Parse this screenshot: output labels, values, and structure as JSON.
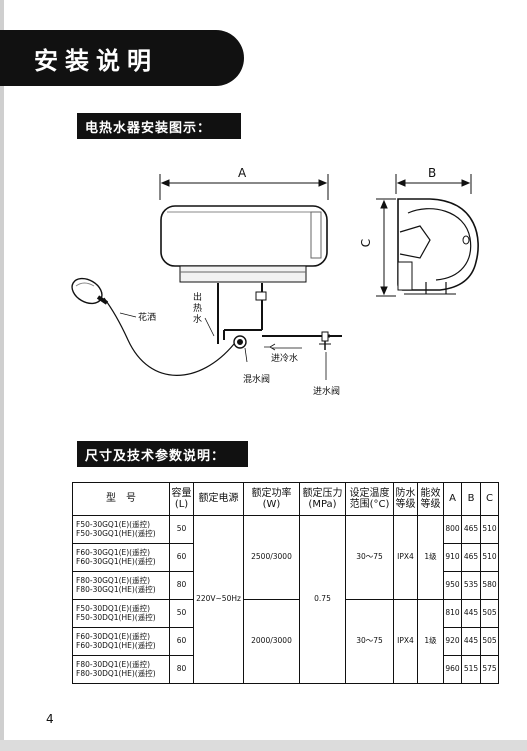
{
  "page_title": "安装说明",
  "section_install": {
    "title": "电热水器安装图示：",
    "labels": {
      "dim_a": "A",
      "dim_b": "B",
      "dim_c": "C",
      "shower": "花洒",
      "hot_water_out": "出热水",
      "cold_water_in": "进冷水",
      "mixing_valve": "混水阀",
      "inlet_valve": "进水阀"
    }
  },
  "section_spec": {
    "title": "尺寸及技术参数说明：",
    "headers": {
      "model": "型　号",
      "capacity": "容量(L)",
      "power_supply": "额定电源",
      "rated_power": "额定功率(W)",
      "rated_pressure": "额定压力(MPa)",
      "temp_range": "设定温度范围(°C)",
      "waterproof": "防水等级",
      "efficiency": "能效等级",
      "a": "A",
      "b": "B",
      "c": "C"
    },
    "rows": [
      {
        "model_1": "F50-30GQ1(E)(遥控)",
        "model_2": "F50-30GQ1(HE)(遥控)",
        "capacity": "50",
        "a": "800",
        "b": "465",
        "c": "510"
      },
      {
        "model_1": "F60-30GQ1(E)(遥控)",
        "model_2": "F60-30GQ1(HE)(遥控)",
        "capacity": "60",
        "a": "910",
        "b": "465",
        "c": "510"
      },
      {
        "model_1": "F80-30GQ1(E)(遥控)",
        "model_2": "F80-30GQ1(HE)(遥控)",
        "capacity": "80",
        "a": "950",
        "b": "535",
        "c": "580"
      },
      {
        "model_1": "F50-30DQ1(E)(遥控)",
        "model_2": "F50-30DQ1(HE)(遥控)",
        "capacity": "50",
        "a": "810",
        "b": "445",
        "c": "505"
      },
      {
        "model_1": "F60-30DQ1(E)(遥控)",
        "model_2": "F60-30DQ1(HE)(遥控)",
        "capacity": "60",
        "a": "920",
        "b": "445",
        "c": "505"
      },
      {
        "model_1": "F80-30DQ1(E)(遥控)",
        "model_2": "F80-30DQ1(HE)(遥控)",
        "capacity": "80",
        "a": "960",
        "b": "515",
        "c": "575"
      }
    ],
    "power_supply": "220V~50Hz",
    "pressure": "0.75",
    "group_gq": {
      "power": "2500/3000",
      "temp": "30～75",
      "waterproof": "IPX4",
      "efficiency": "1级"
    },
    "group_dq": {
      "power": "2000/3000",
      "temp": "30～75",
      "waterproof": "IPX4",
      "efficiency": "1级"
    }
  },
  "page_number": "4"
}
